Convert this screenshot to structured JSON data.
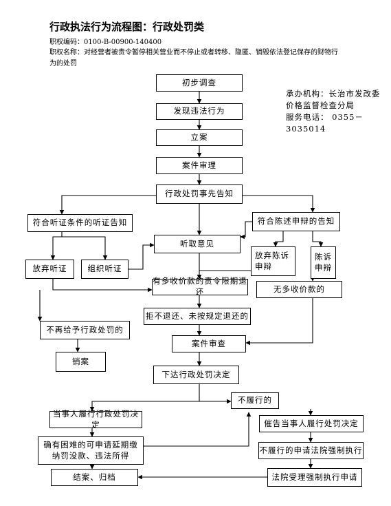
{
  "header": {
    "title": "行政执法行为流程图：行政处罚类",
    "code_line": "职权编码：0100-B-00900-140400",
    "name_line": "职权名称：对经营者被责令暂停相关营业而不停止或者转移、隐匿、销毁依法登记保存的财物行为的处罚"
  },
  "org_note": {
    "line1": "承办机构：长治市发改委价格监督检查分局",
    "line2": "服务电话： 0355－3035014"
  },
  "nodes": {
    "initial_investigation": "初步调查",
    "discover_illegal": "发现违法行为",
    "file_case": "立案",
    "case_review": "案件审理",
    "pre_notice": "行政处罚事先告知",
    "hearing_notice": "符合听证条件的听证告知",
    "statement_notice": "符合陈述申辩的告知",
    "listen_opinions": "听取意见",
    "waive_statement": "放弃陈诉申辩",
    "statement_defense": "陈诉申辩",
    "waive_hearing": "放弃听证",
    "organize_hearing": "组织听证",
    "overcharge_refund": "有多收价款的责令限期退还",
    "no_overcharge": "无多收价款的",
    "refuse_refund": "拒不退还、未按规定退还的",
    "no_penalty": "不再给予行政处罚的",
    "close_case_cancel": "销案",
    "case_examination": "案件审查",
    "issue_decision": "下达行政处罚决定",
    "not_perform": "不履行的",
    "party_performs": "当事人履行行政处罚决定",
    "urge_performance": "催告当事人履行处罚决定",
    "hardship_deferral": "确有困难的可申请延期缴纳罚没款、违法所得",
    "apply_enforcement": "不履行的申请法院强制执行",
    "close_archive": "结案、归档",
    "court_accepts": "法院受理强制执行申请"
  }
}
